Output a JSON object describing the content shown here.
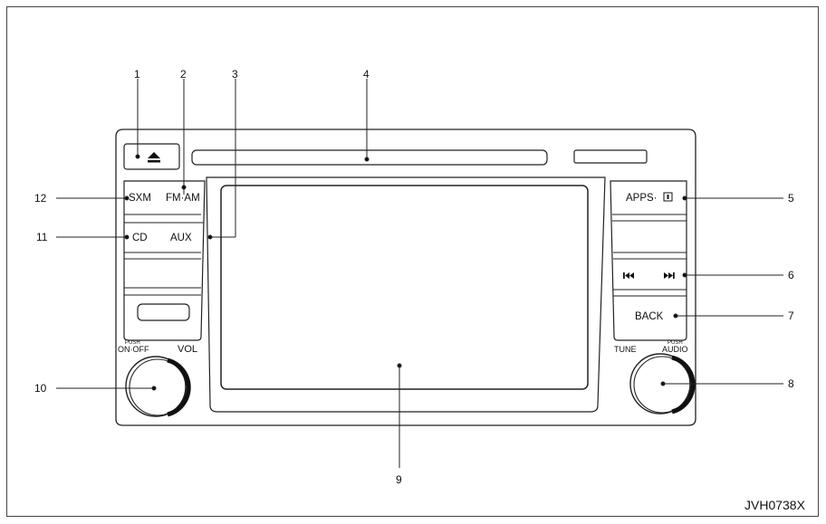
{
  "callouts": [
    "1",
    "2",
    "3",
    "4",
    "5",
    "6",
    "7",
    "8",
    "9",
    "10",
    "11",
    "12"
  ],
  "buttons": {
    "sxm": "SXM",
    "fm_am": "FM·AM",
    "cd": "CD",
    "aux": "AUX",
    "apps": "APPS·",
    "back": "BACK"
  },
  "knobs": {
    "left_push": "PUSH",
    "left_onoff": "ON·OFF",
    "left_vol": "VOL",
    "right_tune": "TUNE",
    "right_push": "PUSH",
    "right_audio": "AUDIO"
  },
  "icons": {
    "eject": "eject-icon",
    "prev": "skip-previous-icon",
    "next": "skip-next-icon",
    "apps_box": "info-box-icon"
  },
  "figure_code": "JVH0738X"
}
